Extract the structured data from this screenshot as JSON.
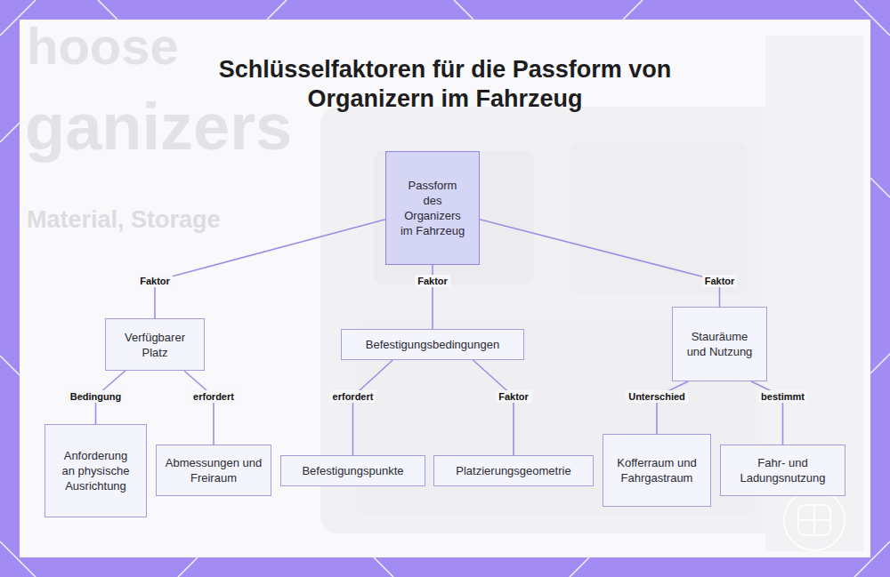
{
  "diagram": {
    "title": "Schlüsselfaktoren für die Passform von Organizern im Fahrzeug",
    "nodes": [
      {
        "text": [
          "Passform des Organizers im Fahrzeug"
        ]
      },
      {
        "text": [
          "Verfügbarer Platz"
        ]
      },
      {
        "text": [
          "Befestigungsbedingungen"
        ]
      },
      {
        "text": [
          "Stauräume und Nutzung"
        ]
      },
      {
        "text": [
          "Anforderung an physische Ausrichtung"
        ]
      },
      {
        "text": [
          "Abmessungen und Freiraum"
        ]
      },
      {
        "text": [
          "Befestigungspunkte"
        ]
      },
      {
        "text": [
          "Platzierungsgeometrie"
        ]
      },
      {
        "text": [
          "Kofferraum und Fahrgastraum"
        ]
      },
      {
        "text": [
          "Fahr- und Ladungsnutzung"
        ]
      }
    ],
    "edges": [
      {
        "from": 0,
        "to": 1,
        "label": "Faktor",
        "arrow": "none"
      },
      {
        "from": 0,
        "to": 2,
        "label": "Faktor",
        "arrow": "none"
      },
      {
        "from": 0,
        "to": 3,
        "label": "Faktor",
        "arrow": "none"
      },
      {
        "from": 1,
        "to": 4,
        "label": "Bedingung",
        "arrow": "none"
      },
      {
        "from": 1,
        "to": 5,
        "label": "erfordert",
        "arrow": "none"
      },
      {
        "from": 2,
        "to": 6,
        "label": "erfordert",
        "arrow": "none"
      },
      {
        "from": 2,
        "to": 7,
        "label": "Faktor",
        "arrow": "none"
      },
      {
        "from": 3,
        "to": 8,
        "label": "Unterschied",
        "arrow": "none"
      },
      {
        "from": 3,
        "to": 9,
        "label": "bestimmt",
        "arrow": "none"
      }
    ],
    "labels": [
      "hoose",
      "ganizers",
      "Material, Storage"
    ]
  }
}
